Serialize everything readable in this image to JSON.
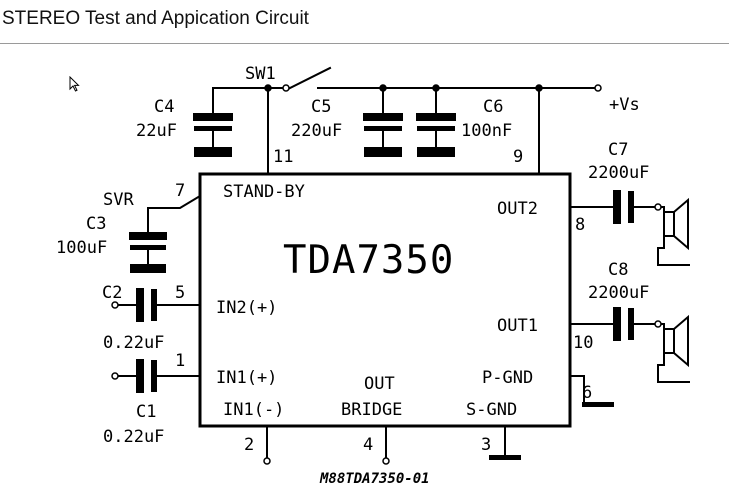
{
  "page": {
    "title": "STEREO Test and Appication Circuit"
  },
  "ic": {
    "name": "TDA7350",
    "pin_labels": {
      "standby": "STAND-BY",
      "out2": "OUT2",
      "in2_plus": "IN2(+)",
      "out1": "OUT1",
      "in1_plus": "IN1(+)",
      "in1_minus": "IN1(-)",
      "out_bridge_line1": "OUT",
      "out_bridge_line2": "BRIDGE",
      "p_gnd": "P-GND",
      "s_gnd": "S-GND"
    },
    "pin_numbers": {
      "p11": "11",
      "p9": "9",
      "p7": "7",
      "p5": "5",
      "p1": "1",
      "p8": "8",
      "p10": "10",
      "p6": "6",
      "p2": "2",
      "p4": "4",
      "p3": "3"
    }
  },
  "components": {
    "sw1": "SW1",
    "c4": {
      "ref": "C4",
      "value": "22uF"
    },
    "c5": {
      "ref": "C5",
      "value": "220uF"
    },
    "c6": {
      "ref": "C6",
      "value": "100nF"
    },
    "c7": {
      "ref": "C7",
      "value": "2200uF"
    },
    "c8": {
      "ref": "C8",
      "value": "2200uF"
    },
    "svr": "SVR",
    "c3": {
      "ref": "C3",
      "value": "100uF"
    },
    "c2": {
      "ref": "C2",
      "value": "0.22uF"
    },
    "c1": {
      "ref": "C1",
      "value": "0.22uF"
    }
  },
  "supply": {
    "label": "+Vs"
  },
  "drawing_code": "M88TDA7350-01",
  "icons": [
    "mouse-cursor-icon",
    "speaker-icon",
    "ground-icon",
    "switch-icon",
    "capacitor-icon"
  ]
}
